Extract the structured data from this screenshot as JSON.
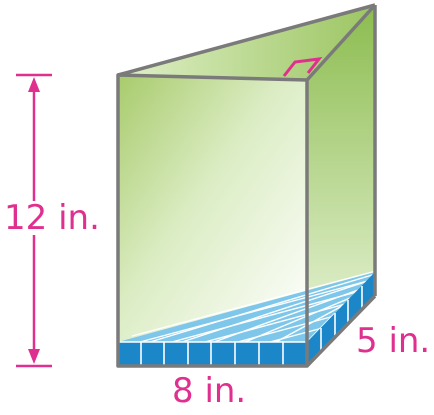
{
  "figure": {
    "shape": "triangular prism",
    "dimensions": {
      "height": "12 in.",
      "length": "8 in.",
      "width": "5 in."
    },
    "colors": {
      "dimension_marks": "#e0308f",
      "edges": "#7a7a7a",
      "face_green": "#a9cc6a",
      "tile_blue": "#1b86c8",
      "tile_light": "#7ec7ea"
    }
  }
}
